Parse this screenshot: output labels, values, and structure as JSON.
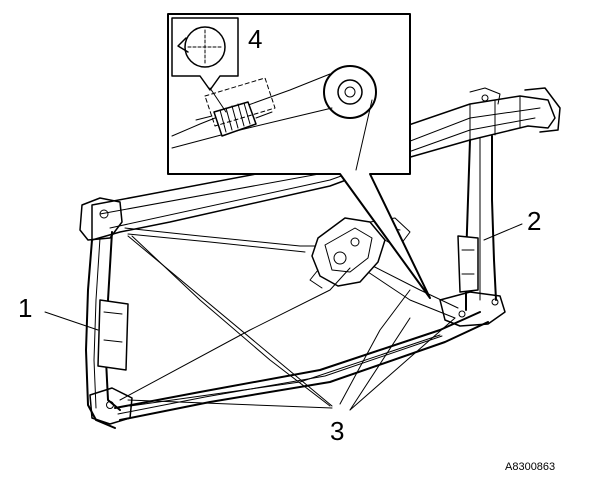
{
  "callouts": {
    "c1": "1",
    "c2": "2",
    "c3": "3",
    "c4": "4"
  },
  "reference_code": "A8300863",
  "colors": {
    "ink": "#000000",
    "paper": "#ffffff"
  }
}
